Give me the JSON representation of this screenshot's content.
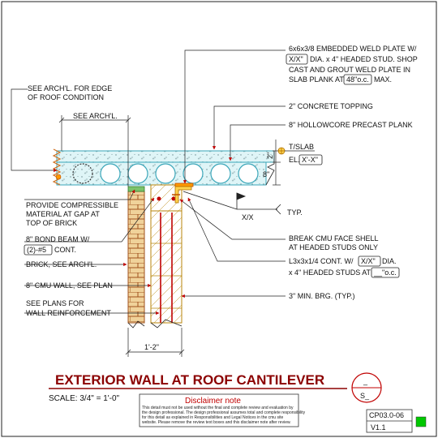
{
  "drawing": {
    "title": "EXTERIOR WALL AT ROOF CANTILEVER",
    "scale": "SCALE: 3/4\" = 1'-0\"",
    "section_mark_top": "_",
    "section_mark_bottom": "S_",
    "sheet_number": "CP03.0-06",
    "version": "V1.1",
    "status_color": "#00c800"
  },
  "disclaimer": {
    "title": "Disclaimer note",
    "lines": [
      "This detail must not be used without the final and complete review and evaluation by",
      "the design professional. The design professional assumes total and complete responsibility",
      "for this detail as explained in Responsibilities and Legal Notices in the cmu site",
      "website. Please remove the review text boxes and this disclaimer note after review."
    ]
  },
  "labels": {
    "weld_plate_1": "6x6x3/8 EMBEDDED WELD PLATE W/",
    "weld_plate_2_box": "X/X\"",
    "weld_plate_2_rest": "DIA. x 4\" HEADED STUD. SHOP",
    "weld_plate_3": "CAST AND GROUT WELD PLATE IN",
    "weld_plate_4_a": "SLAB PLANK AT",
    "weld_plate_4_box": "48\"o.c.",
    "weld_plate_4_b": "MAX.",
    "topping": "2\" CONCRETE TOPPING",
    "hollowcore": "8\" HOLLOWCORE PRECAST PLANK",
    "tslab": "T/SLAB",
    "el_prefix": "EL.",
    "el_box": "X'-X\"",
    "dim_2": "2\"",
    "dim_8": "8\"",
    "edge_1": "SEE ARCH'L. FOR EDGE",
    "edge_2": "OF ROOF CONDITION",
    "see_archl": "SEE ARCH'L.",
    "comp_1": "PROVIDE COMPRESSIBLE",
    "comp_2": "MATERIAL AT GAP AT",
    "comp_3": "TOP OF BRICK",
    "bond_1": "8\" BOND BEAM W/",
    "bond_2_box": "(2)-#5",
    "bond_2_rest": "CONT.",
    "brick": "BRICK, SEE ARCH'L.",
    "cmu_wall": "8\" CMU WALL, SEE PLAN",
    "plans_1": "SEE PLANS FOR",
    "plans_2": "WALL REINFORCEMENT",
    "weld_sym": "X/X",
    "typ": "TYP.",
    "break_1": "BREAK CMU FACE SHELL",
    "break_2": "AT HEADED STUDS ONLY",
    "angle_1_a": "L3x3x1/4 CONT. W/",
    "angle_1_box": "X/X\"",
    "angle_1_b": "DIA.",
    "angle_2_a": "x 4\" HEADED STUDS AT",
    "angle_2_box": "__\"o.c.",
    "bearing": "3\" MIN. BRG. (TYP.)",
    "dim_wall": "1'-2\""
  }
}
